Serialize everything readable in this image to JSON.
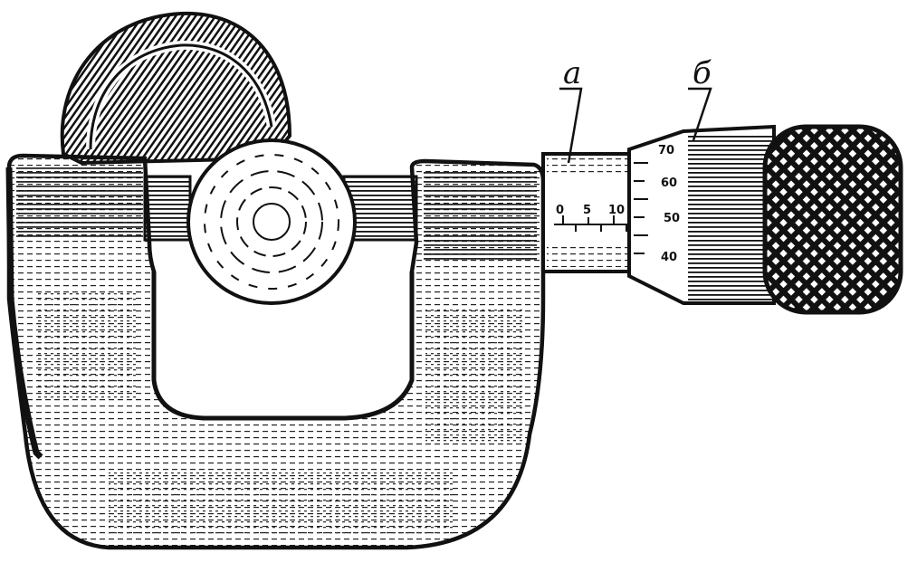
{
  "callouts": {
    "a": "а",
    "b": "б"
  },
  "sleeve_scale": {
    "n0": "0",
    "n5": "5",
    "n10": "10"
  },
  "thimble_scale": {
    "n70": "70",
    "n60": "60",
    "n50": "50",
    "n40": "40"
  },
  "colors": {
    "ink": "#111111",
    "paper": "#ffffff"
  }
}
